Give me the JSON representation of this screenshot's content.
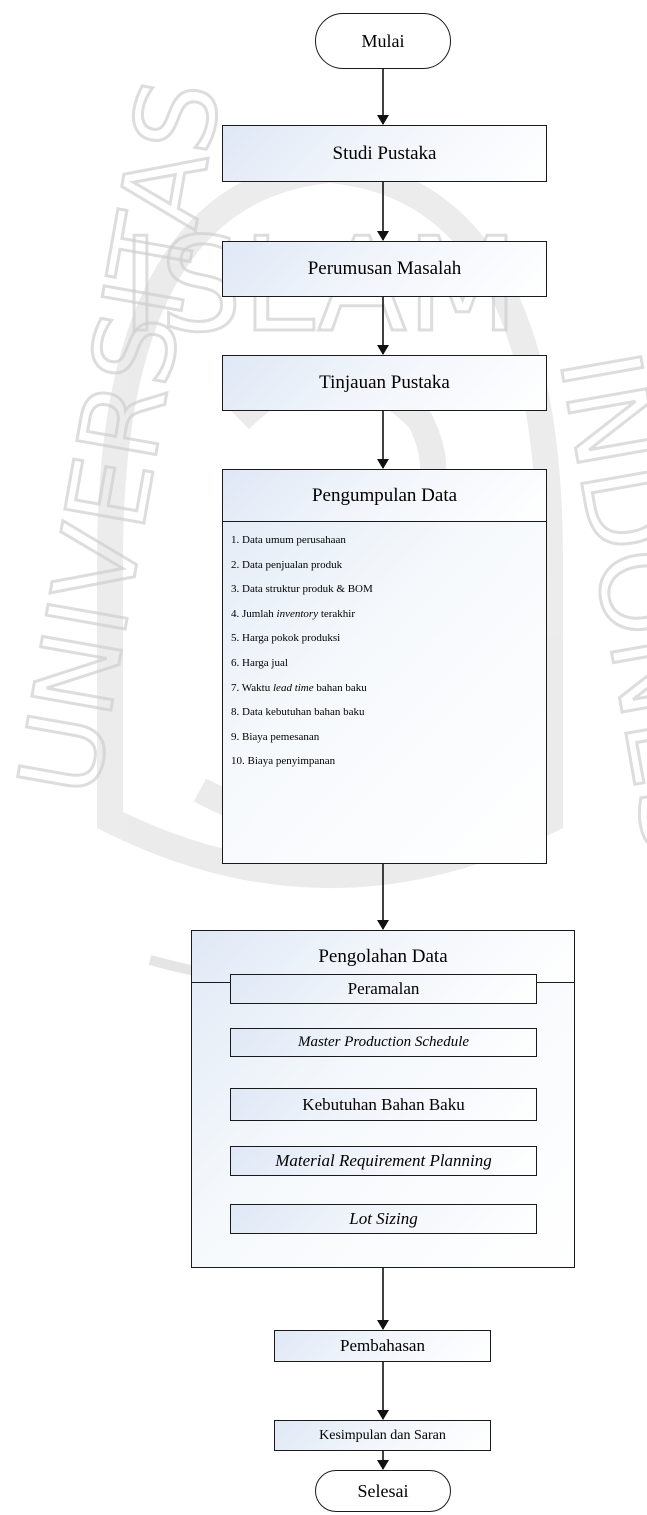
{
  "watermark": {
    "text_top": "ISLAM",
    "text_left": "UNIVERSITAS",
    "text_right": "INDONESIA",
    "color": "#c9c9c9"
  },
  "flow": {
    "start": "Mulai",
    "studi": "Studi Pustaka",
    "perumusan": "Perumusan Masalah",
    "tinjauan": "Tinjauan Pustaka",
    "pengumpulan": {
      "title": "Pengumpulan Data",
      "items": [
        {
          "pre": "1. Data umum perusahaan",
          "it": "",
          "post": ""
        },
        {
          "pre": "2. Data penjualan produk",
          "it": "",
          "post": ""
        },
        {
          "pre": "3. Data struktur produk & BOM",
          "it": "",
          "post": ""
        },
        {
          "pre": "4. Jumlah ",
          "it": "inventory",
          "post": " terakhir"
        },
        {
          "pre": "5. Harga pokok produksi",
          "it": "",
          "post": ""
        },
        {
          "pre": "6. Harga jual",
          "it": "",
          "post": ""
        },
        {
          "pre": "7. Waktu ",
          "it": "lead time",
          "post": " bahan baku"
        },
        {
          "pre": "8. Data kebutuhan bahan baku",
          "it": "",
          "post": ""
        },
        {
          "pre": "9. Biaya pemesanan",
          "it": "",
          "post": ""
        },
        {
          "pre": "10. Biaya penyimpanan",
          "it": "",
          "post": ""
        }
      ]
    },
    "pengolahan": {
      "title": "Pengolahan Data",
      "steps": {
        "peramalan": "Peramalan",
        "mps": "Master Production Schedule",
        "kebutuhan": "Kebutuhan Bahan Baku",
        "mrp": "Material Requirement Planning",
        "lot": "Lot Sizing"
      }
    },
    "pembahasan": "Pembahasan",
    "kesimpulan": "Kesimpulan dan Saran",
    "end": "Selesai"
  }
}
